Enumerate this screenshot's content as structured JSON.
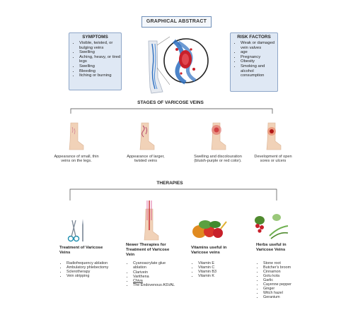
{
  "header": {
    "title": "GRAPHICAL ABSTRACT"
  },
  "symptoms": {
    "title": "SYMPTOMS",
    "items": [
      "Visible, twisted, or bulging veins",
      "Swelling",
      "Aching, heavy, or tired legs",
      "Swelling",
      "Bleeding",
      "Itching or burning"
    ]
  },
  "risk_factors": {
    "title": "RISK FACTORS",
    "items": [
      "Weak or damaged vein valves",
      "age",
      "Pregnancy",
      "Obesity",
      "Smoking and alcohol consumption"
    ]
  },
  "stages": {
    "title": "STAGES OF VARICOSE VEINS",
    "items": [
      "Appearance of small, thin veins on the legs.",
      "Appearance of larger, twisted veins",
      "Swelling and discolouration (bluish-purple or red color).",
      "Development of open sores or ulcers"
    ]
  },
  "therapies": {
    "title": "THERAPIES",
    "columns": [
      {
        "title": "Treatment of Varicose Veins",
        "items": [
          "Radiofrequency ablation",
          "Ambulatory phlebectomy",
          "Sclerotherapy",
          "Vein stripping"
        ]
      },
      {
        "title": "Newer Therapies for Treatment of Varicose Vein",
        "items": [
          "Cyanoacrylate glue ablation",
          "Clarivein",
          "Varithena",
          "Chiva",
          "The Endovenous ASVAL"
        ]
      },
      {
        "title": "Vitamins useful in Varicose veins",
        "items": [
          "Vitamin E",
          "Vitamin C",
          "Vitamin B3",
          "Vitamin K"
        ]
      },
      {
        "title": "Herbs useful in Varicose Veins",
        "items": [
          "Stone root",
          "Butcher's broom",
          "Cinnamon",
          "Gotu kola",
          "Garlic",
          "Cayenne pepper",
          "Ginger",
          "Witch hazel",
          "Geranium"
        ]
      }
    ]
  },
  "colors": {
    "panel_fill": "#dfe8f4",
    "panel_border": "#8ea6c8",
    "vein_red": "#c8202a",
    "vein_blue": "#2d6fc0",
    "skin": "#f1d2b8"
  }
}
